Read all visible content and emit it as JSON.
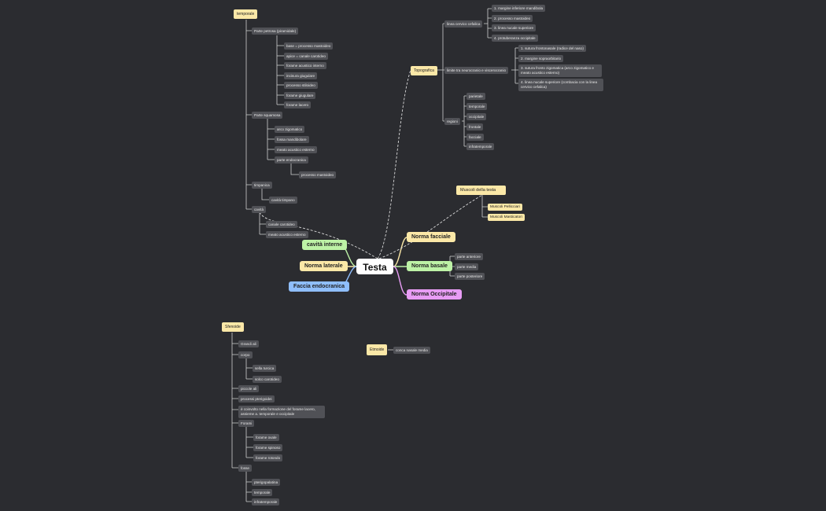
{
  "center": "Testa",
  "main": {
    "cavita_interne": "cavità interne",
    "norma_laterale": "Norma laterale",
    "faccia_endocranica": "Faccia endocranica",
    "norma_facciale": "Norma facciale",
    "norma_basale": "Norma basale",
    "norma_occipitale": "Norma Occipitale"
  },
  "norma_basale_items": [
    "parte anteriore",
    "parte media",
    "parte posteriore"
  ],
  "topografica": {
    "label": "Topografica",
    "linea_cervico": "linea cervico cefalica",
    "linea_cervico_items": [
      "1. margine inferiore mandibola",
      "2. processo mastoideo",
      "3. linea nucale superiore",
      "4. protuberanza occipitale"
    ],
    "limite": "limite tra neurocranio e viscerocranio",
    "limite_items": [
      "1. sutura frontonasale (radice del naso)",
      "2. margine sopraorbitario",
      "3. sutura fronto zigomatica (arco zigomatico e meato acustico esterno)",
      "4. linea nucale superiore (combacia con la linea cervico cefalica)"
    ],
    "regioni": "regioni",
    "regioni_items": [
      "parietale",
      "temporale",
      "occipitale",
      "frontale",
      "facciale",
      "infratemporale"
    ]
  },
  "muscoli": {
    "label": "Muscoli della testa",
    "items": [
      "Muscoli Pellicciari",
      "Muscoli Masticatori"
    ]
  },
  "temporale": {
    "label": "temporale",
    "parte_petrosa": "Parte petrosa (piramidale)",
    "parte_petrosa_items": [
      "base = processo mastoideo",
      "apice = canale carotideo",
      "forame acustico interno",
      "incisura giugulare",
      "processo stiloideo",
      "forame giugulare",
      "forame lacero"
    ],
    "parte_squamosa": "Parte squamosa",
    "parte_squamosa_items": [
      "arco zigomatico",
      "fossa mandibolare",
      "meato acustico esterno",
      "parte endocranica"
    ],
    "parte_endocranica_item": "processo mastoideo",
    "timpanica": "timpanica",
    "timpanica_item": "cavità timpano",
    "cavita": "cavità",
    "cavita_items": [
      "canale carotideo",
      "meato acustico esterno"
    ]
  },
  "sfenoide": {
    "label": "Sfenoide",
    "grandi_ali": "Grandi ali",
    "corpo": "corpo",
    "corpo_items": [
      "sella turcica",
      "solco carotideo"
    ],
    "piccole_ali": "piccole ali",
    "processi": "processi pterigoidei",
    "coinvolto": "è coinvolto nella formazione del forame lacero, assieme a. temporale e occipitale",
    "forami": "Forami",
    "forami_items": [
      "forame ovale",
      "forame spinoso",
      "forame rotondo"
    ],
    "fosse": "fosse",
    "fosse_items": [
      "pterigopalatina",
      "temporale",
      "infratemporale"
    ]
  },
  "etmoide": {
    "label": "Etmoide",
    "item": "conca nasale media"
  },
  "colors": {
    "background": "#2b2c30",
    "yellow": "#fbe8a7",
    "green": "#bdf2a6",
    "blue": "#8fbefc",
    "purple": "#e89cf5",
    "sub_node": "#505156"
  }
}
